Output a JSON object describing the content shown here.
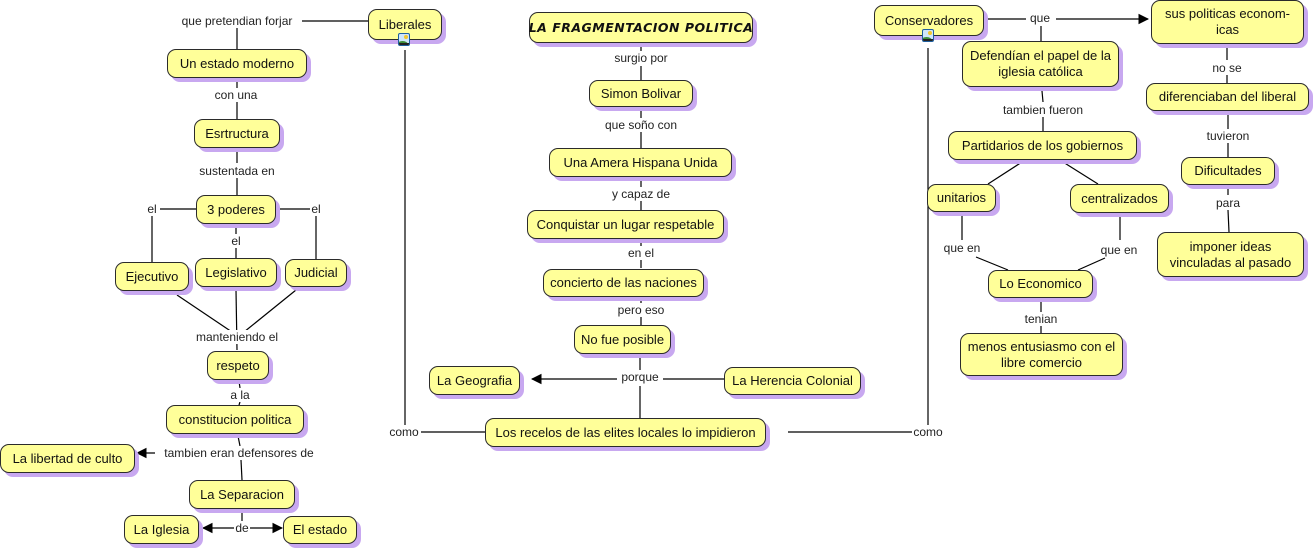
{
  "title": "LA FRAGMENTACION POLITICA",
  "colors": {
    "node_fill": "#ffff99",
    "node_shadow": "#c8a8f0",
    "line": "#000000"
  },
  "nodes": {
    "title": "LA FRAGMENTACION POLITICA",
    "liberales": "Liberales",
    "conservadores": "Conservadores",
    "estado_moderno": "Un estado moderno",
    "estructura": "Esrtructura",
    "poderes": "3 poderes",
    "ejecutivo": "Ejecutivo",
    "legislativo": "Legislativo",
    "judicial": "Judicial",
    "respeto": "respeto",
    "constitucion": "constitucion politica",
    "libertad_culto": "La libertad de culto",
    "separacion": "La Separacion",
    "iglesia": "La Iglesia",
    "el_estado": "El estado",
    "simon_bolivar": "Simon Bolivar",
    "america_unida": "Una Amera Hispana Unida",
    "conquistar": "Conquistar un lugar respetable",
    "concierto": "concierto de las naciones",
    "no_fue_posible": "No fue posible",
    "geografia": "La Geografia",
    "herencia": "La Herencia Colonial",
    "recelos": "Los recelos de las elites locales lo impidieron",
    "defendian": "Defendían el papel de la iglesia católica",
    "partidarios": "Partidarios de los gobiernos",
    "unitarios": "unitarios",
    "centralizados": "centralizados",
    "economico": "Lo Economico",
    "entusiasmo": "menos entusiasmo con el libre comercio",
    "politicas": "sus politicas econom-icas",
    "diferenciaban": "diferenciaban del liberal",
    "dificultades": "Dificultades",
    "imponer": "imponer ideas vinculadas al pasado"
  },
  "links": {
    "que_pretendian": "que pretendian forjar",
    "con_una": "con una",
    "sustentada_en": "sustentada en",
    "el_left": "el",
    "el_mid": "el",
    "el_right": "el",
    "manteniendo": "manteniendo el",
    "a_la": "a la",
    "tambien_defensores": "tambien eran defensores de",
    "de": "de",
    "surgio_por": "surgio por",
    "que_sono": "que soño con",
    "y_capaz": "y capaz de",
    "en_el": "en el",
    "pero_eso": "pero eso",
    "porque": "porque",
    "como_left": "como",
    "como_right": "como",
    "que": "que",
    "tambien_fueron": "tambien fueron",
    "que_en_left": "que en",
    "que_en_right": "que en",
    "tenian": "tenian",
    "no_se": "no se",
    "tuvieron": "tuvieron",
    "para": "para"
  },
  "icons": {
    "liberales_attachment": "image-icon",
    "conservadores_attachment": "image-icon"
  }
}
